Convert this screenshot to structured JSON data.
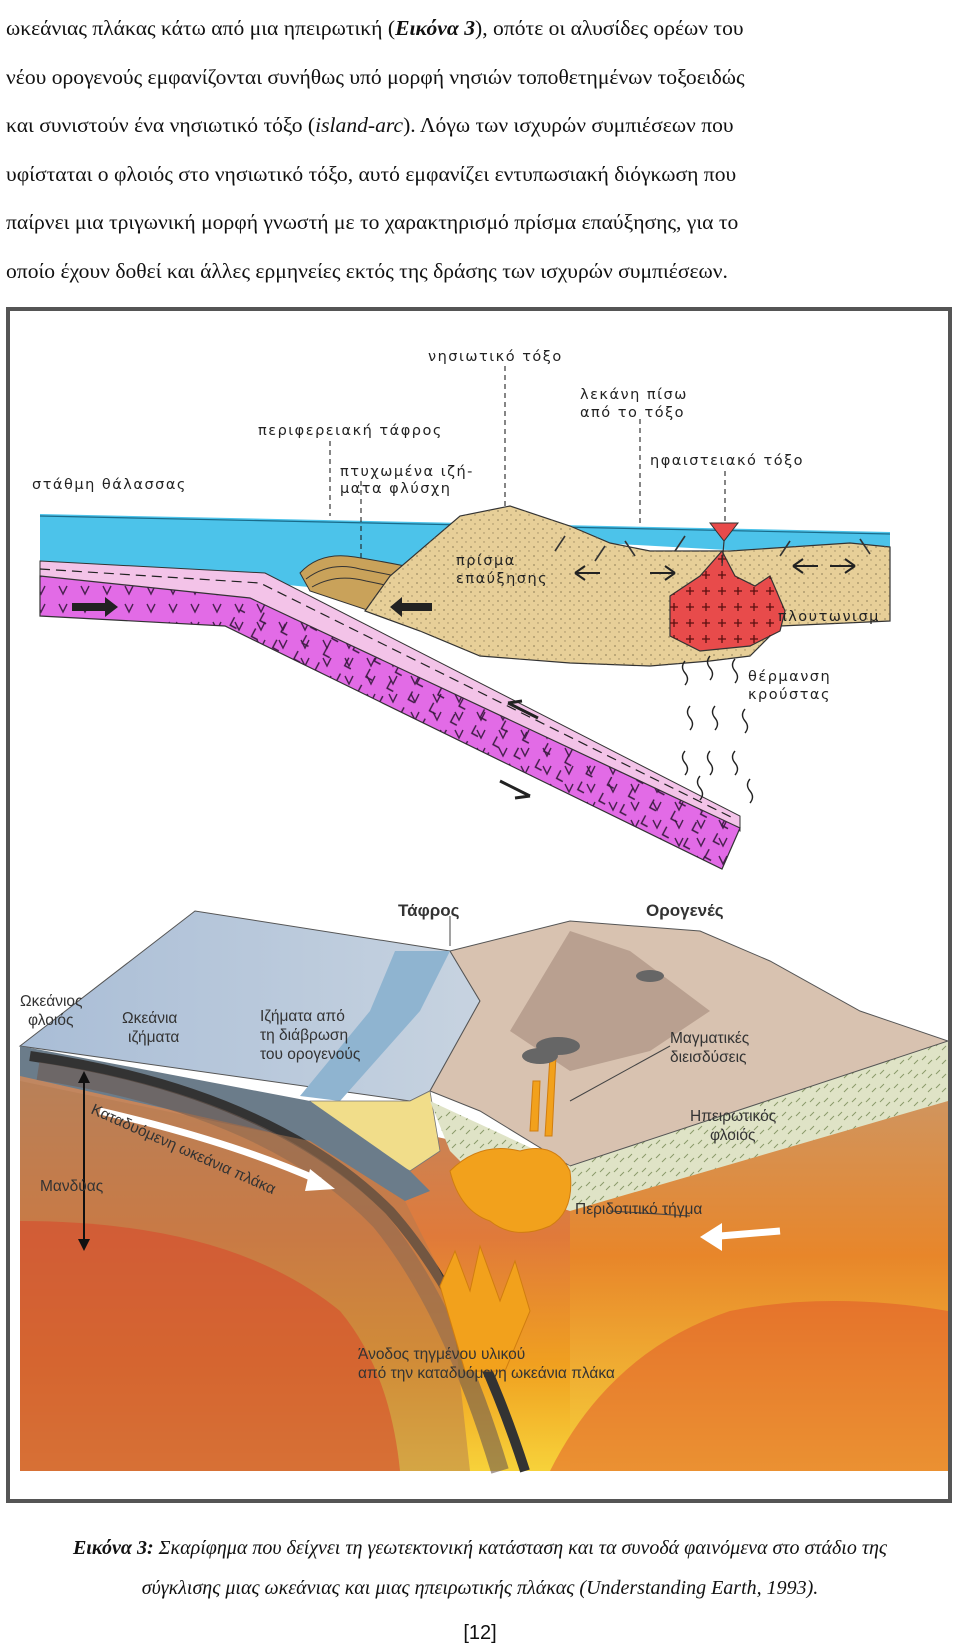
{
  "paragraph": {
    "line1": "ωκεάνιας πλάκας κάτω από μια ηπειρωτική (",
    "fig_ref": "Εικόνα 3",
    "line1_end": "), οπότε οι αλυσίδες ορέων του",
    "line2": "νέου ορογενούς εμφανίζονται συνήθως υπό μορφή νησιών τοποθετημένων τοξοειδώς",
    "line3a": "και συνιστούν ένα νησιωτικό τόξο (",
    "line3_italic": "island-arc",
    "line3b": "). Λόγω των ισχυρών συμπιέσεων που",
    "line4": "υφίσταται ο φλοιός στο νησιωτικό τόξο, αυτό εμφανίζει εντυπωσιακή διόγκωση που",
    "line5": "παίρνει μια τριγωνική μορφή γνωστή με το χαρακτηρισμό πρίσμα επαύξησης, για το",
    "line6": "οποίο έχουν δοθεί και άλλες ερμηνείες εκτός της δράσης των ισχυρών συμπιέσεων."
  },
  "figure_top": {
    "island_arc": "νησιωτικό τόξο",
    "back_arc_basin_1": "λεκάνη πίσω",
    "back_arc_basin_2": "από το τόξο",
    "trench": "περιφερειακή τάφρος",
    "volcanic_arc": "ηφαιστειακό τόξο",
    "sea_level": "στάθμη θάλασσας",
    "folded_sediments_1": "πτυχωμένα ιζή-",
    "folded_sediments_2": "ματα φλύσχη",
    "prism_1": "πρίσμα",
    "prism_2": "επαύξησης",
    "plutonism": "πλουτωνισμ",
    "heating_1": "θέρμανση",
    "heating_2": "κρούστας"
  },
  "figure_bottom": {
    "trench": "Τάφρος",
    "orogen": "Ορογενές",
    "oceanic_crust_1": "Ωκεάνιος",
    "oceanic_crust_2": "φλοιός",
    "oceanic_sed_1": "Ωκεάνια",
    "oceanic_sed_2": "ιζήματα",
    "erosion_sed_1": "Ιζήματα από",
    "erosion_sed_2": "τη διάβρωση",
    "erosion_sed_3": "του ορογενούς",
    "magmatic_1": "Μαγματικές",
    "magmatic_2": "διεισδύσεις",
    "continental_1": "Ηπειρωτικός",
    "continental_2": "φλοιός",
    "subducting": "Καταδυόμενη ωκεάνια πλάκα",
    "mantle": "Μανδύας",
    "peridotite": "Περιδοτιτικό τήγμα",
    "rise_1": "Άνοδος τηγμένου υλικού",
    "rise_2": "από την καταδυόμενη ωκεάνια πλάκα"
  },
  "caption": {
    "label": "Εικόνα 3:",
    "text_1": " Σκαρίφημα που δείχνει τη γεωτεκτονική κατάσταση και τα συνοδά φαινόμενα στο στάδιο της",
    "text_2": "σύγκλισης μιας ωκεάνιας και μιας ηπειρωτικής πλάκας (Understanding Earth, 1993)."
  },
  "page_number": "[12]",
  "colors": {
    "sea": "#4cc3ea",
    "oceanic_plate": "#e26be6",
    "prism": "#e7cf98",
    "pluton": "#e84b4b",
    "mantle_hot": "#f2a11c"
  }
}
